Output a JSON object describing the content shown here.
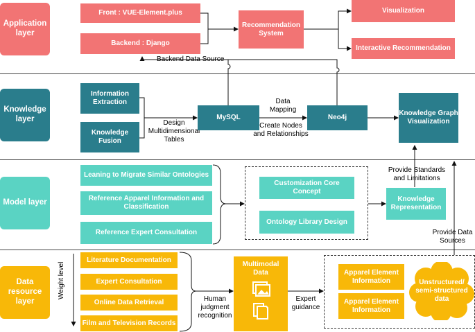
{
  "layers": {
    "application": "Application layer",
    "knowledge": "Knowledge layer",
    "model": "Model layer",
    "data_resource": "Data resource layer"
  },
  "application": {
    "front": "Front : VUE-Element.plus",
    "backend": "Backend : Django",
    "recommendation": "Recommendation System",
    "visualization": "Visualization",
    "interactive": "Interactive Recommendation",
    "backend_source": "Backend Data Source"
  },
  "knowledge": {
    "extraction": "Information Extraction",
    "fusion": "Knowledge Fusion",
    "design_tables": "Design Multidimensional Tables",
    "mysql": "MySQL",
    "data_mapping": "Data Mapping",
    "create_nodes": "Create Nodes and Relationships",
    "neo4j": "Neo4j",
    "graph_viz": "Knowledge Graph Visualization"
  },
  "model": {
    "items": [
      "Leaning to Migrate Similar Ontologies",
      "Reference Apparel Information and Classification",
      "Reference Expert Consultation"
    ],
    "core_concept": "Customization Core Concept",
    "library_design": "Ontology Library Design",
    "representation": "Knowledge Representation",
    "standards": "Provide Standards and Limitations",
    "data_sources": "Provide Data Sources"
  },
  "data": {
    "weight_level": "Weight level",
    "items": [
      "Literature Documentation",
      "Expert Consultation",
      "Online Data Retrieval",
      "Film and Television Records"
    ],
    "human_judgment": "Human judgment recognition",
    "multimodal": "Multimodal Data",
    "expert_guidance": "Expert guidance",
    "apparel_1": "Apparel Element Information",
    "apparel_2": "Apparel Element Information",
    "unstructured": "Unstructured/ semi-structured data"
  },
  "colors": {
    "application": "#f27474",
    "knowledge": "#2a7d8c",
    "model": "#5ad3c3",
    "data_resource": "#f8b808"
  }
}
